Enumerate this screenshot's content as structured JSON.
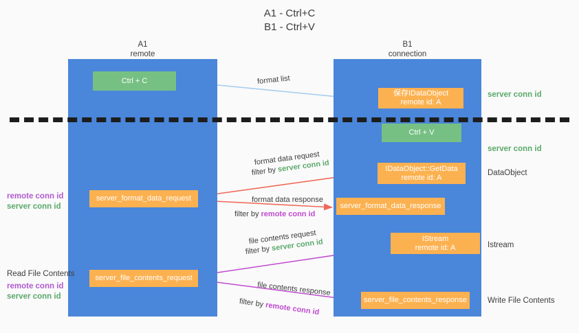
{
  "title": {
    "line1": "A1 - Ctrl+C",
    "line2": "B1 - Ctrl+V"
  },
  "columns": [
    {
      "id": "a1",
      "name": "A1",
      "sub": "remote"
    },
    {
      "id": "b1",
      "name": "B1",
      "sub": "connection"
    }
  ],
  "boxes": {
    "ctrl_c": {
      "line1": "Ctrl + C"
    },
    "save_idataobject": {
      "line1": "保存IDataObject",
      "line2": "remote id: A"
    },
    "ctrl_v": {
      "line1": "Ctrl + V"
    },
    "idataobject_getdata": {
      "line1": "IDataObject::GetData",
      "line2": "remote id: A"
    },
    "server_format_data_request": {
      "line1": "server_format_data_request"
    },
    "server_format_data_response": {
      "line1": "server_format_data_response"
    },
    "istream": {
      "line1": "IStream",
      "line2": "remote id: A"
    },
    "server_file_contents_request": {
      "line1": "server_file_contents_request"
    },
    "server_file_contents_response": {
      "line1": "server_file_contents_response"
    }
  },
  "right_labels": {
    "server_conn_id_top": "server conn id",
    "server_conn_id_middle": "server conn id",
    "dataobject": "DataObject",
    "istream": "Istream",
    "write_file_contents": "Write File Contents"
  },
  "left_labels": {
    "format_remote_conn_id": "remote conn id",
    "format_server_conn_id": "server conn id",
    "read_file_contents": "Read File Contents",
    "file_remote_conn_id": "remote conn id",
    "file_server_conn_id": "server conn id"
  },
  "edges": [
    {
      "id": "format-list",
      "label": "format list",
      "filter_prefix": "",
      "filter_target": "",
      "filter_target_color": ""
    },
    {
      "id": "format-data-request",
      "label": "format data request",
      "filter_prefix": "filter by ",
      "filter_target": "server conn id",
      "filter_target_color": "green"
    },
    {
      "id": "format-data-response",
      "label": "format data response",
      "filter_prefix": "filter by ",
      "filter_target": "remote conn id",
      "filter_target_color": "purple"
    },
    {
      "id": "file-contents-request",
      "label": "file contents request",
      "filter_prefix": "filter by ",
      "filter_target": "server conn id",
      "filter_target_color": "green"
    },
    {
      "id": "file-contents-response",
      "label": "file contents response",
      "filter_prefix": "filter by ",
      "filter_target": "remote conn id",
      "filter_target_color": "purple"
    }
  ],
  "colors": {
    "lane": "#4a86da",
    "green_box": "#76c083",
    "orange_box": "#fcb150",
    "arrow_light_blue": "#a8cdf0",
    "arrow_red": "#ef6a5a",
    "arrow_magenta": "#c04ad0",
    "arrow_black": "#1d1d1d",
    "green_text": "#5aa96a",
    "purple_text": "#b05ad0",
    "background": "#fafafa"
  }
}
